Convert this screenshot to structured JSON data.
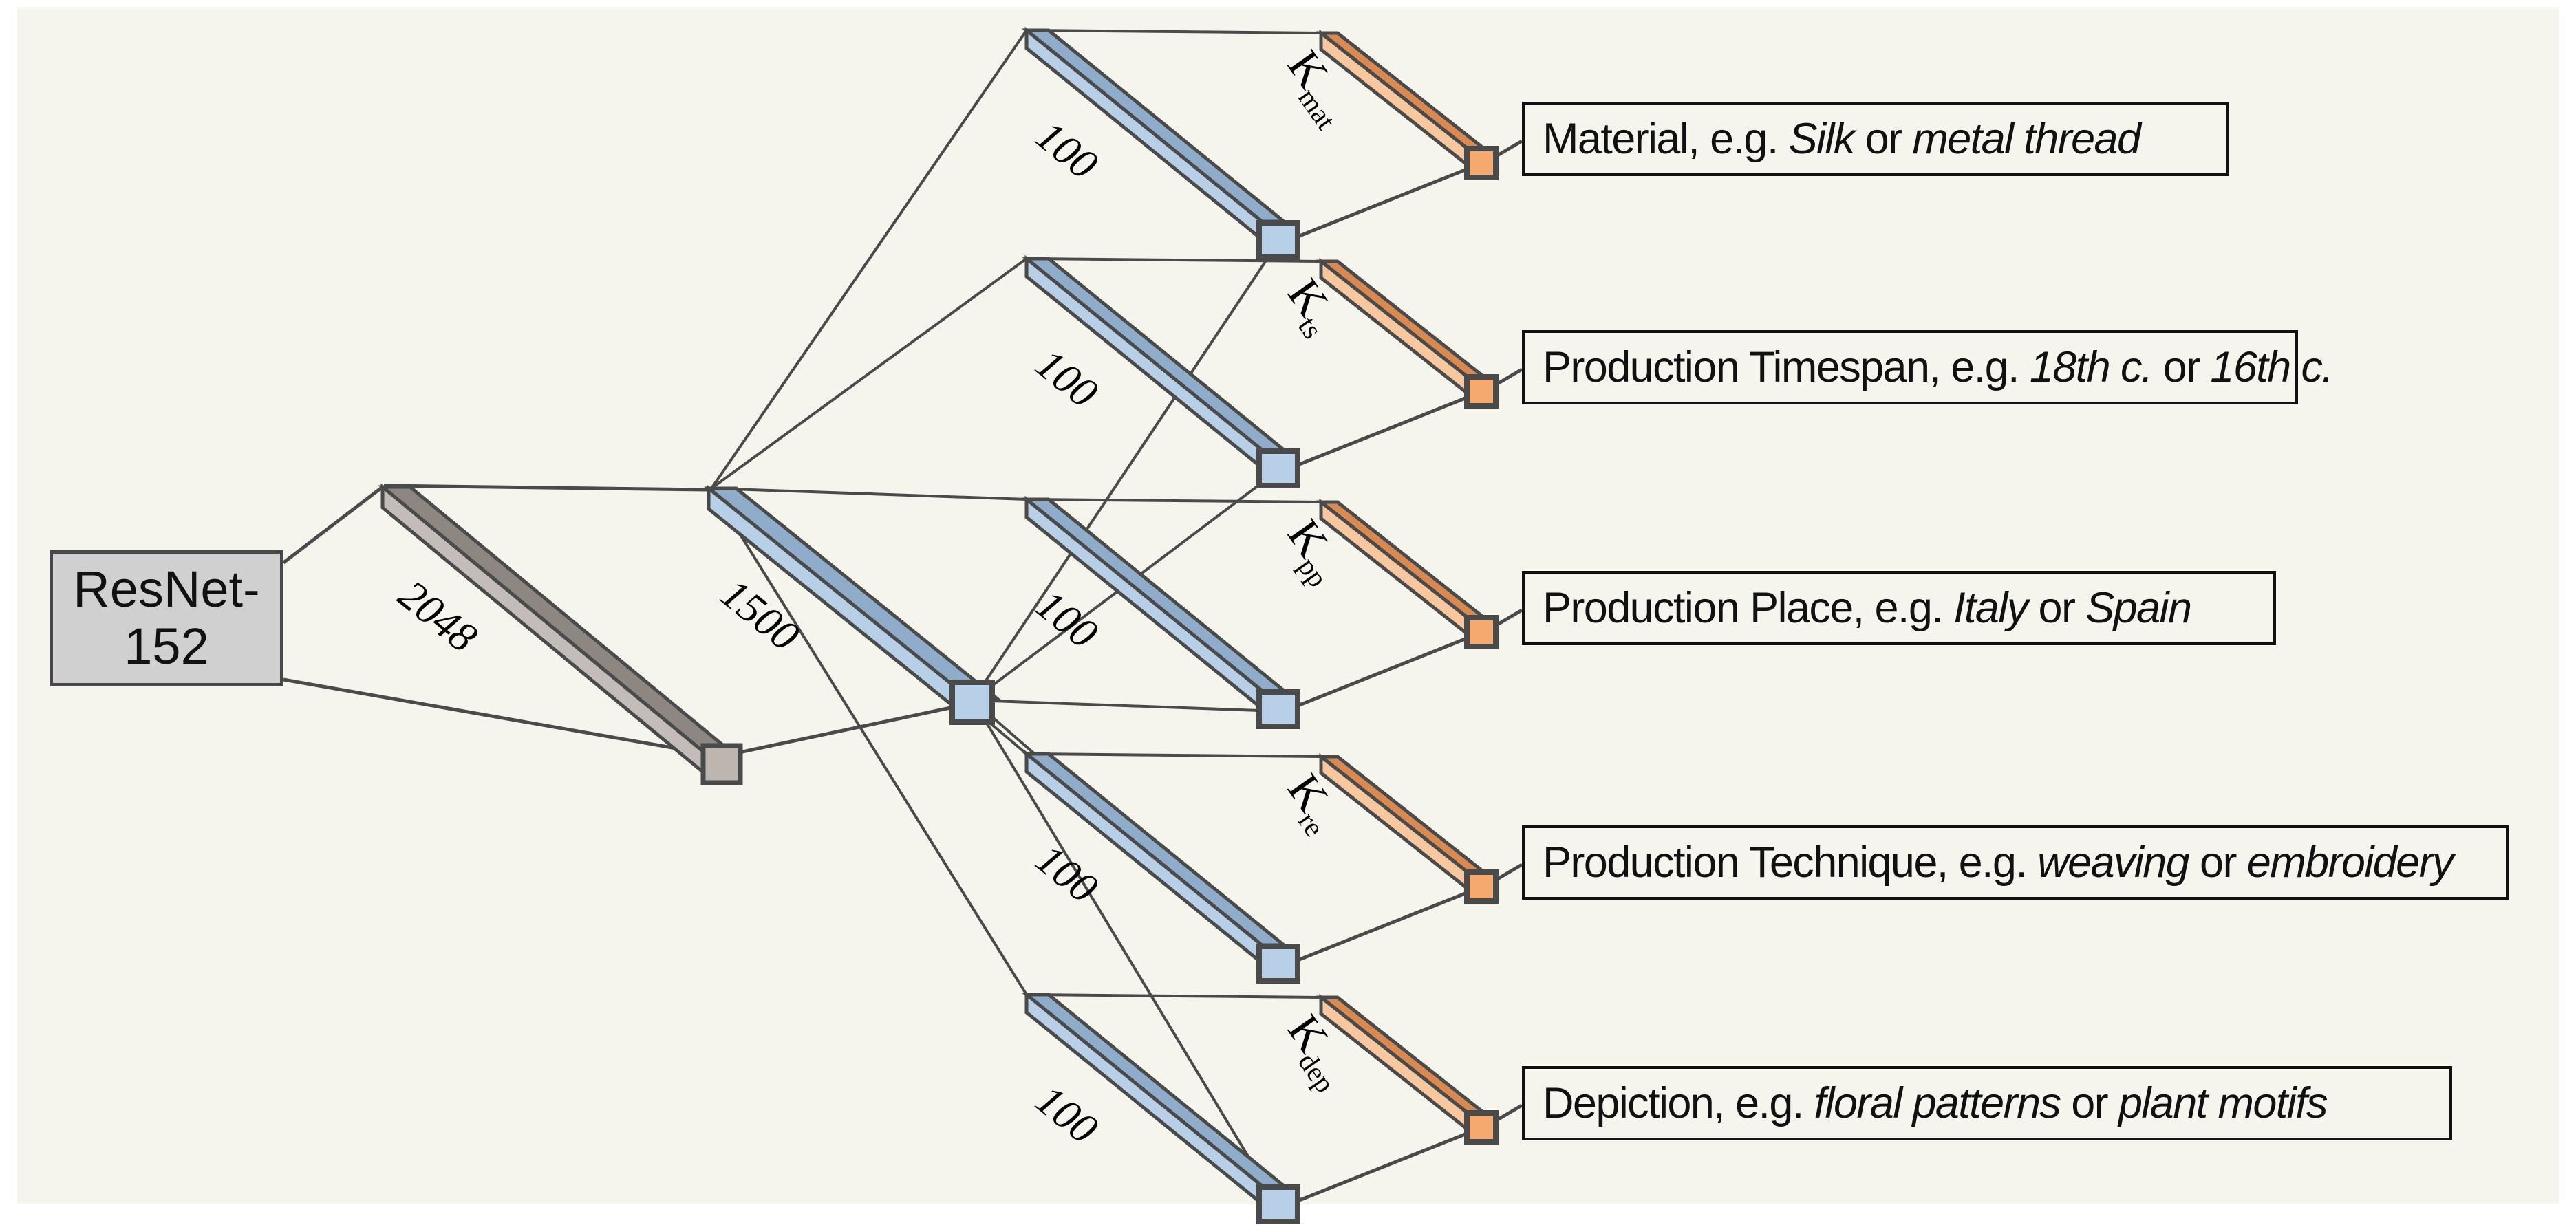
{
  "figure": {
    "type": "neural-network-architecture-diagram",
    "backbone": {
      "label_line1": "ResNet-",
      "label_line2": "152"
    },
    "backbone_edge": {
      "label": "2048",
      "color": "#a39d99"
    },
    "shared_layer": {
      "label": "1500",
      "color": "#aac4e0"
    },
    "branch_layer_color": "#aac4e0",
    "output_layer_color": "#f0b386",
    "branches": [
      {
        "hidden_label": "100",
        "output_label_base": "K",
        "output_label_sub": "mat",
        "description_prefix": "Material, e.g. ",
        "example_1": "Silk",
        "conjunction": " or ",
        "example_2": "metal thread"
      },
      {
        "hidden_label": "100",
        "output_label_base": "K",
        "output_label_sub": "ts",
        "description_prefix": "Production Timespan, e.g. ",
        "example_1": "18th c.",
        "conjunction": " or ",
        "example_2": "16th c."
      },
      {
        "hidden_label": "100",
        "output_label_base": "K",
        "output_label_sub": "pp",
        "description_prefix": "Production Place, e.g. ",
        "example_1": "Italy",
        "conjunction": " or ",
        "example_2": "Spain"
      },
      {
        "hidden_label": "100",
        "output_label_base": "K",
        "output_label_sub": "re",
        "description_prefix": "Production Technique, e.g. ",
        "example_1": "weaving",
        "conjunction": " or ",
        "example_2": "embroidery"
      },
      {
        "hidden_label": "100",
        "output_label_base": "K",
        "output_label_sub": "dep",
        "description_prefix": "Depiction, e.g. ",
        "example_1": "floral patterns",
        "conjunction": " or ",
        "example_2": "plant motifs"
      }
    ],
    "colors": {
      "background": "#f5f5ee",
      "stroke": "#4a4a4a",
      "backbone_fill": "#d0d0d0",
      "gray_slab_top": "#c3bcb8",
      "gray_slab_side": "#8d8681",
      "blue_slab_top": "#b8cfe8",
      "blue_slab_side": "#8fadca",
      "orange_slab_top": "#f7c79f",
      "orange_slab_side": "#d98a52",
      "text": "#111111"
    }
  }
}
